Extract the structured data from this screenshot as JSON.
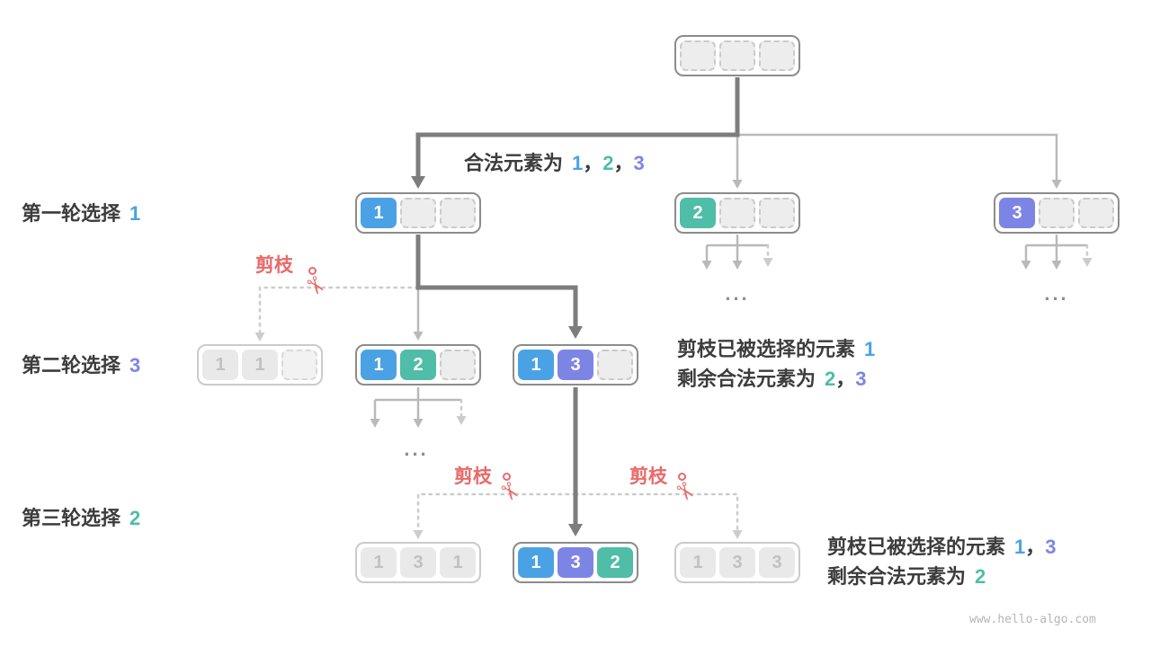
{
  "palette": {
    "blue": "#4aa2e4",
    "teal": "#4fbda8",
    "purple": "#7d85e4",
    "red": "#e96a6a",
    "ink": "#3c3c3c",
    "arrow-dark": "#7d7d7d",
    "arrow-light": "#b9b9b9",
    "arrow-dot": "#cccccc",
    "node-border": "#8c8c8c",
    "pruned-border": "#cbcbcb",
    "pruned-fill": "#e9e9e9",
    "pruned-text": "#c1c1c1",
    "empty-fill": "#ededed",
    "empty-border": "#cbcbcb",
    "watermark-color": "#b6b6b6"
  },
  "rounds": [
    {
      "label": "第一轮选择",
      "choice": "1"
    },
    {
      "label": "第二轮选择",
      "choice": "3"
    },
    {
      "label": "第三轮选择",
      "choice": "2"
    }
  ],
  "legal_note": {
    "prefix": "合法元素为",
    "v1": "1",
    "comma1": "，",
    "v2": "2",
    "comma2": "，",
    "v3": "3"
  },
  "prune_label": "剪枝",
  "notes": {
    "row2": {
      "line1_prefix": "剪枝已被选择的元素",
      "line1_v1": "1",
      "line2_prefix": "剩余合法元素为",
      "line2_v1": "2",
      "line2_comma": "，",
      "line2_v2": "3"
    },
    "row3": {
      "line1_prefix": "剪枝已被选择的元素",
      "line1_v1": "1",
      "line1_comma": "，",
      "line1_v2": "3",
      "line2_prefix": "剩余合法元素为",
      "line2_v1": "2"
    }
  },
  "ellipsis": "...",
  "nodes": {
    "root": {
      "cells": [
        "",
        "",
        ""
      ]
    },
    "n1": {
      "cells": [
        "1",
        "",
        ""
      ]
    },
    "n2": {
      "cells": [
        "2",
        "",
        ""
      ]
    },
    "n3": {
      "cells": [
        "3",
        "",
        ""
      ]
    },
    "n11": {
      "cells": [
        "1",
        "1",
        ""
      ]
    },
    "n12": {
      "cells": [
        "1",
        "2",
        ""
      ]
    },
    "n13": {
      "cells": [
        "1",
        "3",
        ""
      ]
    },
    "n131": {
      "cells": [
        "1",
        "3",
        "1"
      ]
    },
    "n132": {
      "cells": [
        "1",
        "3",
        "2"
      ]
    },
    "n133": {
      "cells": [
        "1",
        "3",
        "3"
      ]
    }
  },
  "watermark": "www.hello-algo.com"
}
